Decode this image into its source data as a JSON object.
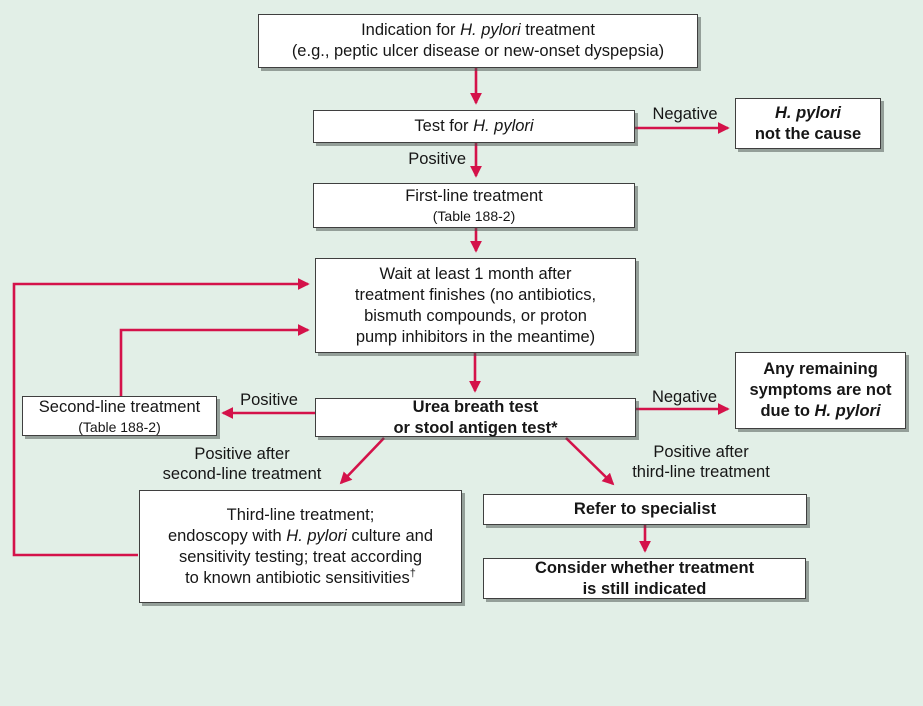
{
  "title": "H. pylori treatment decision flowchart",
  "colors": {
    "background": "#e2efe7",
    "arrow": "#d4124a",
    "box_fill": "#ffffff",
    "box_border": "#3f3f3f",
    "text": "#161616"
  },
  "nodes": {
    "indication": {
      "line1_pre": "Indication for ",
      "line1_italic": "H. pylori",
      "line1_post": " treatment",
      "line2": "(e.g., peptic ulcer disease or new-onset dyspepsia)"
    },
    "test": {
      "pre": "Test for ",
      "italic": "H. pylori"
    },
    "not_cause": {
      "line1_italic": "H. pylori",
      "line2": "not the cause"
    },
    "first_line": {
      "line1": "First-line treatment",
      "line2": "(Table 188-2)"
    },
    "wait": {
      "line1": "Wait at least 1 month after",
      "line2": "treatment finishes (no antibiotics,",
      "line3": "bismuth compounds, or proton",
      "line4": "pump inhibitors in the meantime)"
    },
    "urea": {
      "line1": "Urea breath test",
      "line2": "or stool antigen test*"
    },
    "second_line": {
      "line1": "Second-line treatment",
      "line2": "(Table 188-2)"
    },
    "any_remaining": {
      "line1": "Any remaining",
      "line2": "symptoms are not",
      "line3_pre": "due to ",
      "line3_italic": "H. pylori"
    },
    "third_line": {
      "line1": "Third-line treatment;",
      "line2_pre": "endoscopy with ",
      "line2_italic": "H. pylori",
      "line2_post": " culture and",
      "line3": "sensitivity testing; treat according",
      "line4": "to known antibiotic sensitivities",
      "line4_sup": "†"
    },
    "refer": {
      "text": "Refer to specialist"
    },
    "consider": {
      "line1": "Consider whether treatment",
      "line2": "is still indicated"
    }
  },
  "labels": {
    "positive_test": "Positive",
    "negative_test": "Negative",
    "positive_urea": "Positive",
    "negative_urea": "Negative",
    "positive_after_second_line1": "Positive after",
    "positive_after_second_line2": "second-line treatment",
    "positive_after_third_line1": "Positive after",
    "positive_after_third_line2": "third-line treatment"
  }
}
